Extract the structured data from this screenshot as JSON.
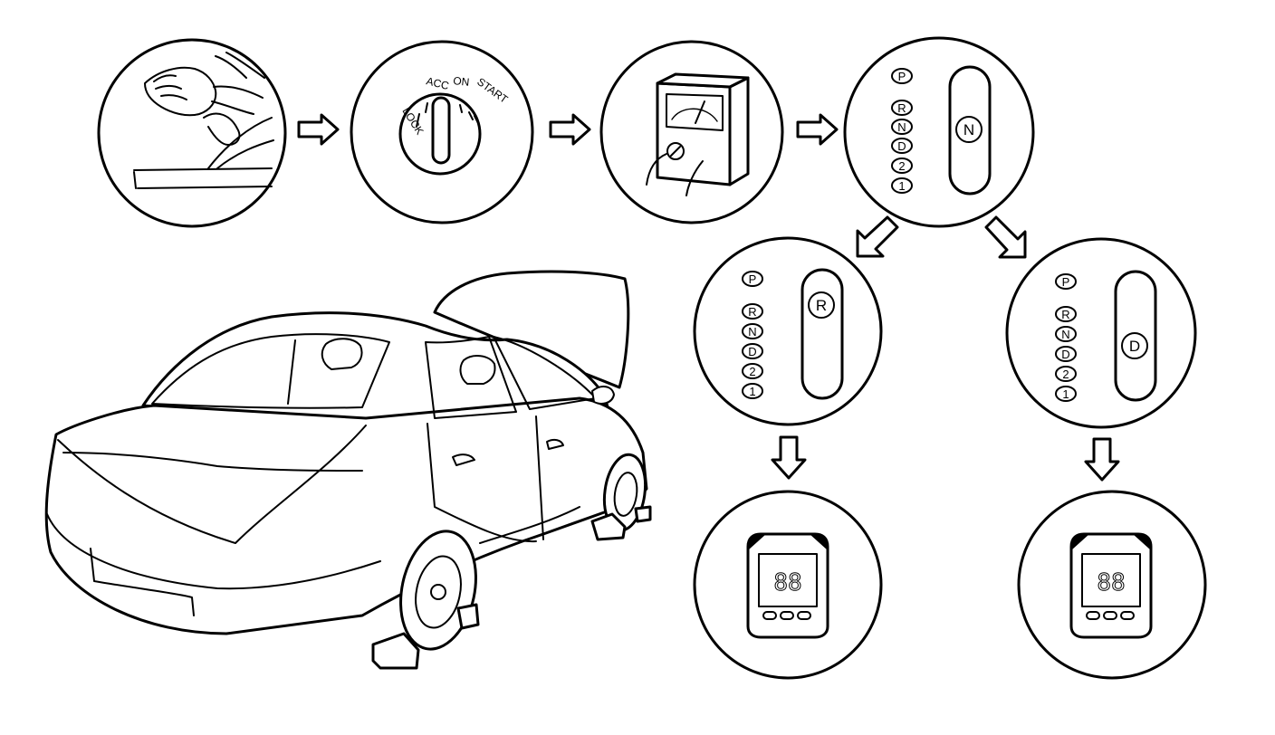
{
  "ignition_switch": {
    "positions": [
      "LOCK",
      "ACC",
      "ON",
      "START"
    ]
  },
  "shift_indicator": {
    "positions": [
      "P",
      "R",
      "N",
      "D",
      "2",
      "1"
    ]
  },
  "selected_positions": {
    "step_4": "N",
    "branch_left": "R",
    "branch_right": "D"
  },
  "tester_display": {
    "left": "88",
    "right": "88"
  }
}
